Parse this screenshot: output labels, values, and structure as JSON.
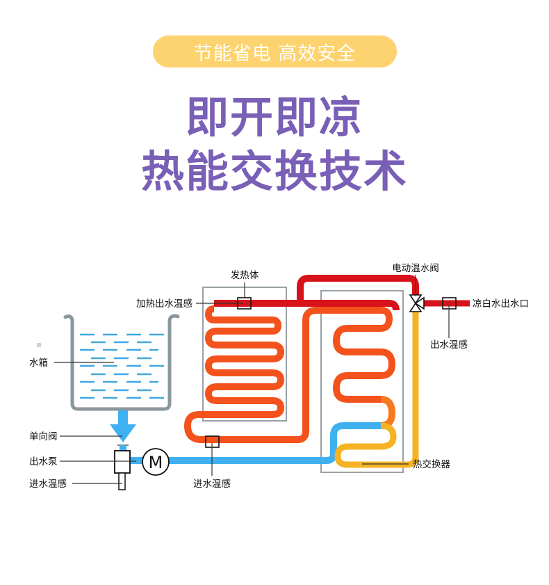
{
  "header": {
    "badge": "节能省电 高效安全",
    "title_line1": "即开即凉",
    "title_line2": "热能交换技术"
  },
  "diagram": {
    "labels": {
      "heater": "发热体",
      "heating_outlet_temp_sensor": "加热出水温感",
      "electric_valve": "电动温水阀",
      "cool_water_outlet": "凉白水出水口",
      "outlet_temp_sensor": "出水温感",
      "water_tank": "水箱",
      "check_valve": "单向阀",
      "outlet_pump": "出水泵",
      "inlet_temp_sensor_left": "进水温感",
      "inlet_temp_sensor_mid": "进水温感",
      "heat_exchanger": "热交换器",
      "motor_symbol": "M"
    },
    "colors": {
      "badge_bg": "#fcd36e",
      "title": "#7a5fb6",
      "hot_pipe": "#d7121a",
      "warm_pipe": "#f4521c",
      "orange_pipe": "#f47a20",
      "yellow_pipe": "#f5b324",
      "cold_pipe": "#40b1f0",
      "frame": "#98a1a6"
    }
  }
}
